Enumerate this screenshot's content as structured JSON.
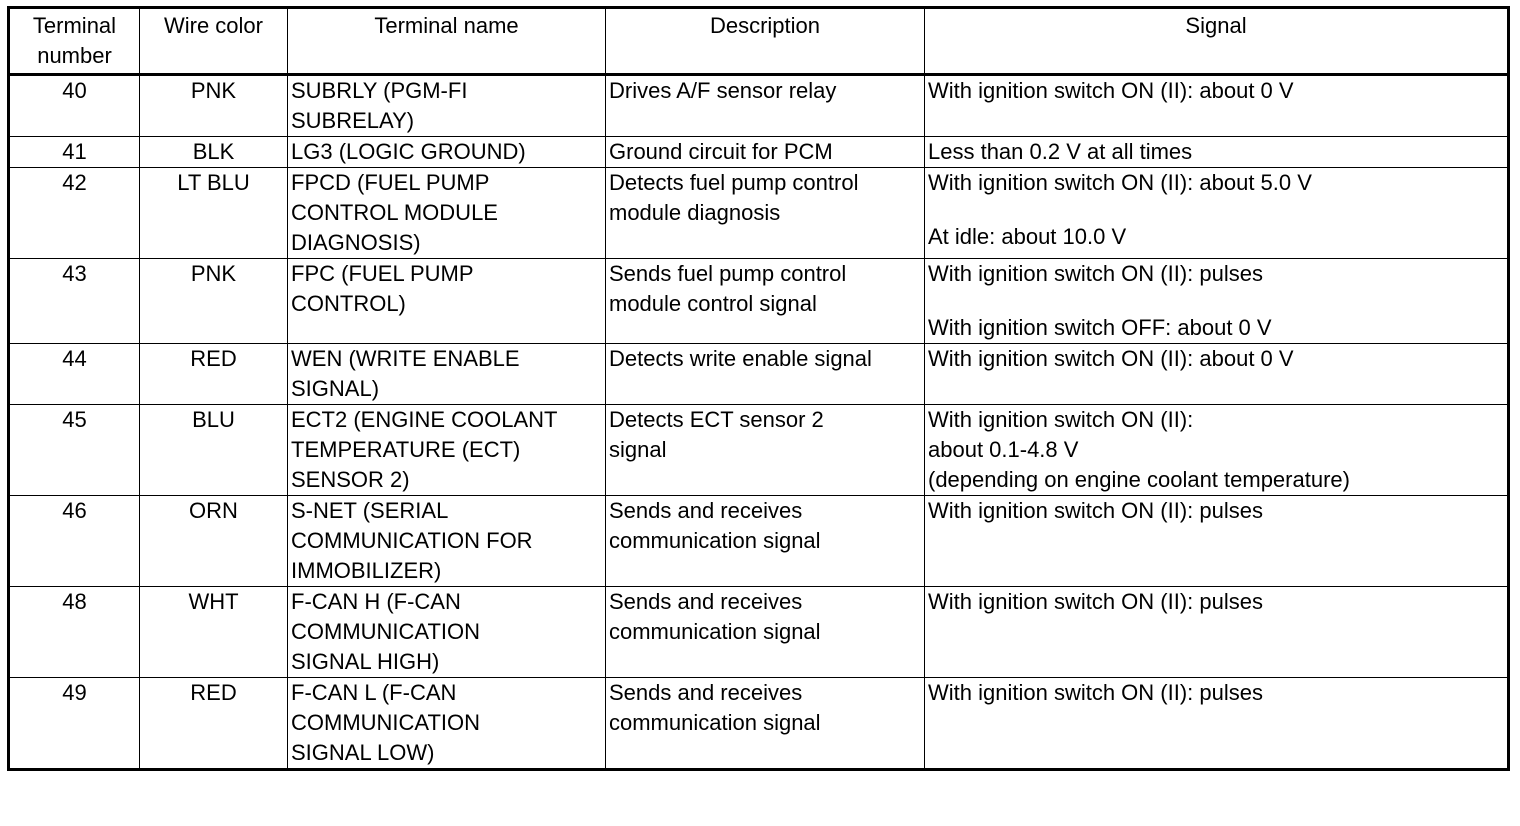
{
  "table": {
    "headers": {
      "terminal_number": [
        "Terminal",
        "number"
      ],
      "wire_color": "Wire color",
      "terminal_name": "Terminal name",
      "description": "Description",
      "signal": "Signal"
    },
    "rows": [
      {
        "number": "40",
        "wire": "PNK",
        "name": [
          "SUBRLY (PGM-FI",
          "SUBRELAY)"
        ],
        "desc": [
          "Drives A/F sensor relay"
        ],
        "signal": [
          [
            "With ignition switch ON (II): about 0 V"
          ]
        ]
      },
      {
        "number": "41",
        "wire": "BLK",
        "name": [
          "LG3 (LOGIC GROUND)"
        ],
        "desc": [
          "Ground circuit for PCM"
        ],
        "signal": [
          [
            "Less than 0.2 V at all times"
          ]
        ]
      },
      {
        "number": "42",
        "wire": "LT BLU",
        "name": [
          "FPCD (FUEL PUMP",
          "CONTROL MODULE",
          "DIAGNOSIS)"
        ],
        "desc": [
          "Detects fuel pump control",
          "module diagnosis"
        ],
        "signal": [
          [
            "With ignition switch ON (II): about 5.0 V"
          ],
          [
            "At idle: about 10.0 V"
          ]
        ]
      },
      {
        "number": "43",
        "wire": "PNK",
        "name": [
          "FPC (FUEL PUMP",
          "CONTROL)"
        ],
        "desc": [
          "Sends fuel pump control",
          "module control signal"
        ],
        "signal": [
          [
            "With ignition switch ON (II): pulses"
          ],
          [
            "With ignition switch OFF: about 0 V"
          ]
        ]
      },
      {
        "number": "44",
        "wire": "RED",
        "name": [
          "WEN (WRITE ENABLE",
          "SIGNAL)"
        ],
        "desc": [
          "Detects write enable signal"
        ],
        "signal": [
          [
            "With ignition switch ON (II): about 0 V"
          ]
        ]
      },
      {
        "number": "45",
        "wire": "BLU",
        "name": [
          "ECT2 (ENGINE COOLANT",
          "TEMPERATURE (ECT)",
          "SENSOR 2)"
        ],
        "desc": [
          "Detects ECT sensor 2",
          "signal"
        ],
        "signal": [
          [
            "With ignition switch ON (II):",
            "about 0.1-4.8 V",
            "(depending on engine coolant temperature)"
          ]
        ]
      },
      {
        "number": "46",
        "wire": "ORN",
        "name": [
          "S-NET (SERIAL",
          "COMMUNICATION FOR",
          "IMMOBILIZER)"
        ],
        "desc": [
          "Sends and receives",
          "communication signal"
        ],
        "signal": [
          [
            "With ignition switch ON (II): pulses"
          ]
        ]
      },
      {
        "number": "48",
        "wire": "WHT",
        "name": [
          "F-CAN H (F-CAN",
          "COMMUNICATION",
          "SIGNAL HIGH)"
        ],
        "desc": [
          "Sends and receives",
          "communication signal"
        ],
        "signal": [
          [
            "With ignition switch ON (II): pulses"
          ]
        ]
      },
      {
        "number": "49",
        "wire": "RED",
        "name": [
          "F-CAN L (F-CAN",
          "COMMUNICATION",
          "SIGNAL LOW)"
        ],
        "desc": [
          "Sends and receives",
          "communication signal"
        ],
        "signal": [
          [
            "With ignition switch ON (II): pulses"
          ]
        ]
      }
    ]
  }
}
